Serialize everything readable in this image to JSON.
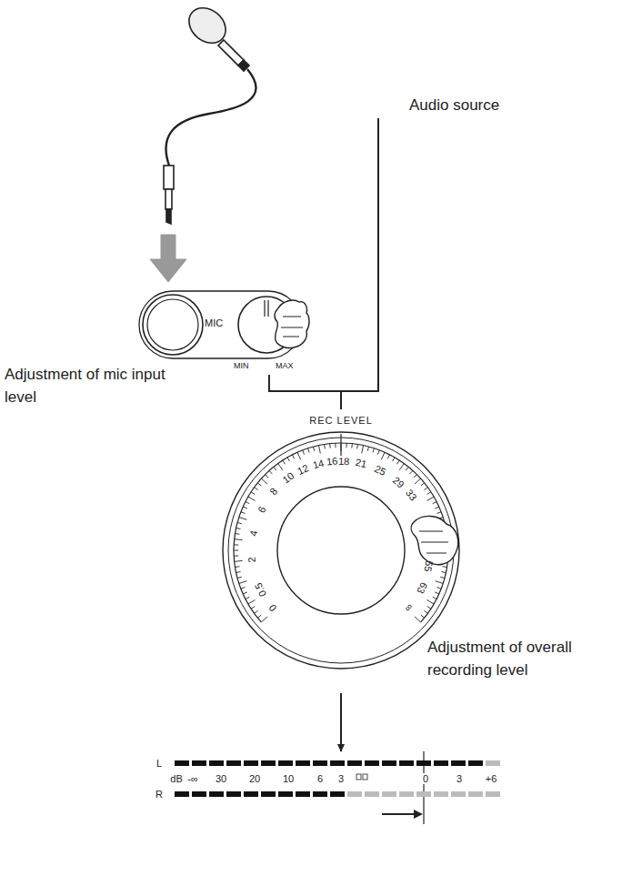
{
  "diagram": {
    "nodes": [
      {
        "text": [
          "MIC",
          "MIN",
          "MAX"
        ]
      },
      {
        "text": [
          "REC LEVEL",
          "0",
          "0.5",
          "2",
          "4",
          "6",
          "8",
          "10",
          "12",
          "14",
          "16",
          "18",
          "21",
          "25",
          "29",
          "33",
          "55",
          "63",
          "∞"
        ]
      },
      {
        "text": [
          "L",
          "R",
          "dB",
          "-∞",
          "30",
          "20",
          "10",
          "6",
          "3",
          "0",
          "3",
          "+6"
        ]
      }
    ],
    "edges": [
      {
        "from": 0,
        "to": 1,
        "arrow": "none"
      },
      {
        "from": 1,
        "to": 2,
        "arrow": "to"
      }
    ],
    "labels": [
      "Audio source",
      "Adjustment of mic input level",
      "Adjustment of overall recording level"
    ]
  }
}
